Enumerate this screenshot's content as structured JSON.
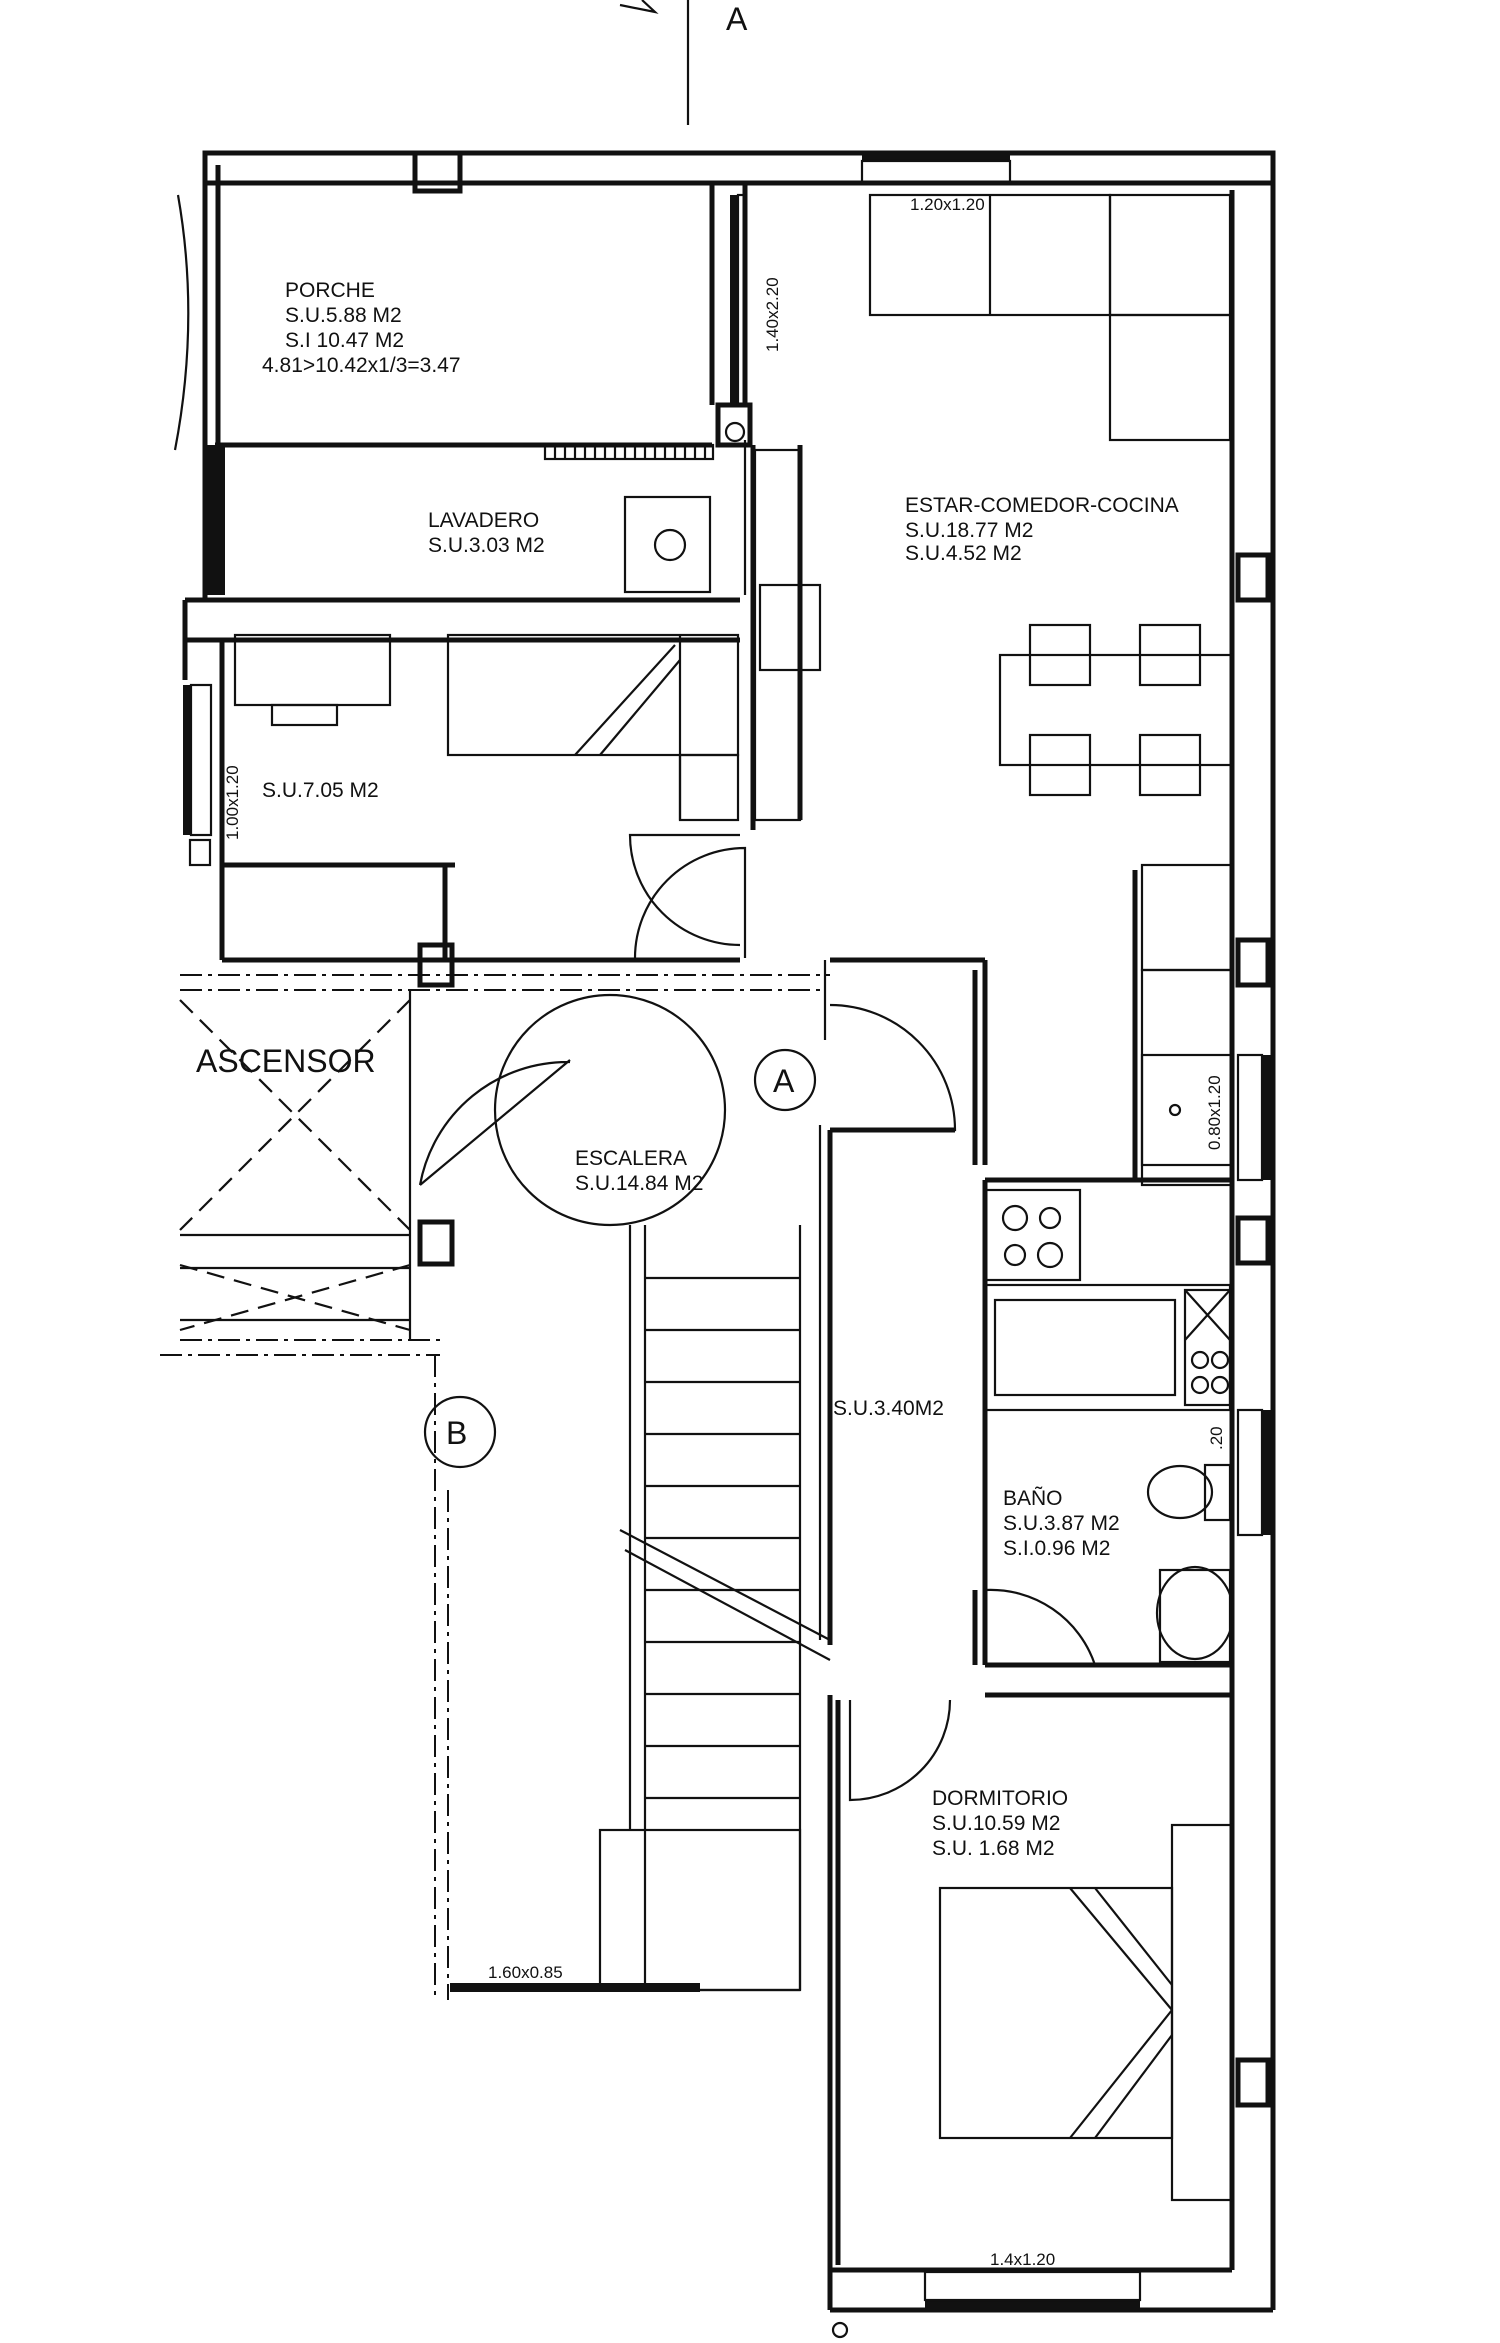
{
  "section_mark": "A",
  "rooms": {
    "porche": {
      "name": "PORCHE",
      "line1": "S.U.5.88  M2",
      "line2": "S.I  10.47  M2",
      "line3": "4.81>10.42x1/3=3.47"
    },
    "lavadero": {
      "name": "LAVADERO",
      "line1": "S.U.3.03  M2"
    },
    "estar": {
      "name": "ESTAR-COMEDOR-COCINA",
      "line1": "S.U.18.77  M2",
      "line2": "S.U.4.52  M2"
    },
    "dormitorio2": {
      "line1": "S.U.7.05  M2"
    },
    "ascensor": {
      "name": "ASCENSOR"
    },
    "escalera": {
      "name": "ESCALERA",
      "line1": "S.U.14.84  M2"
    },
    "pasillo": {
      "line1": "S.U.3.40M2"
    },
    "bano": {
      "name": "BAÑO",
      "line1": "S.U.3.87  M2",
      "line2": "S.I.0.96  M2"
    },
    "dormitorio": {
      "name": "DORMITORIO",
      "line1": "S.U.10.59  M2",
      "line2": "S.U.  1.68  M2"
    }
  },
  "windows": {
    "w_top": "1.20x1.20",
    "w_porche": "1.40x2.20",
    "w_left": "1.00x1.20",
    "w_kitchen": "0.80x1.20",
    "w_bath": ".20",
    "w_stair": "1.60x0.85",
    "w_bottom": "1.4x1.20"
  },
  "markers": {
    "a": "A",
    "b": "B"
  }
}
